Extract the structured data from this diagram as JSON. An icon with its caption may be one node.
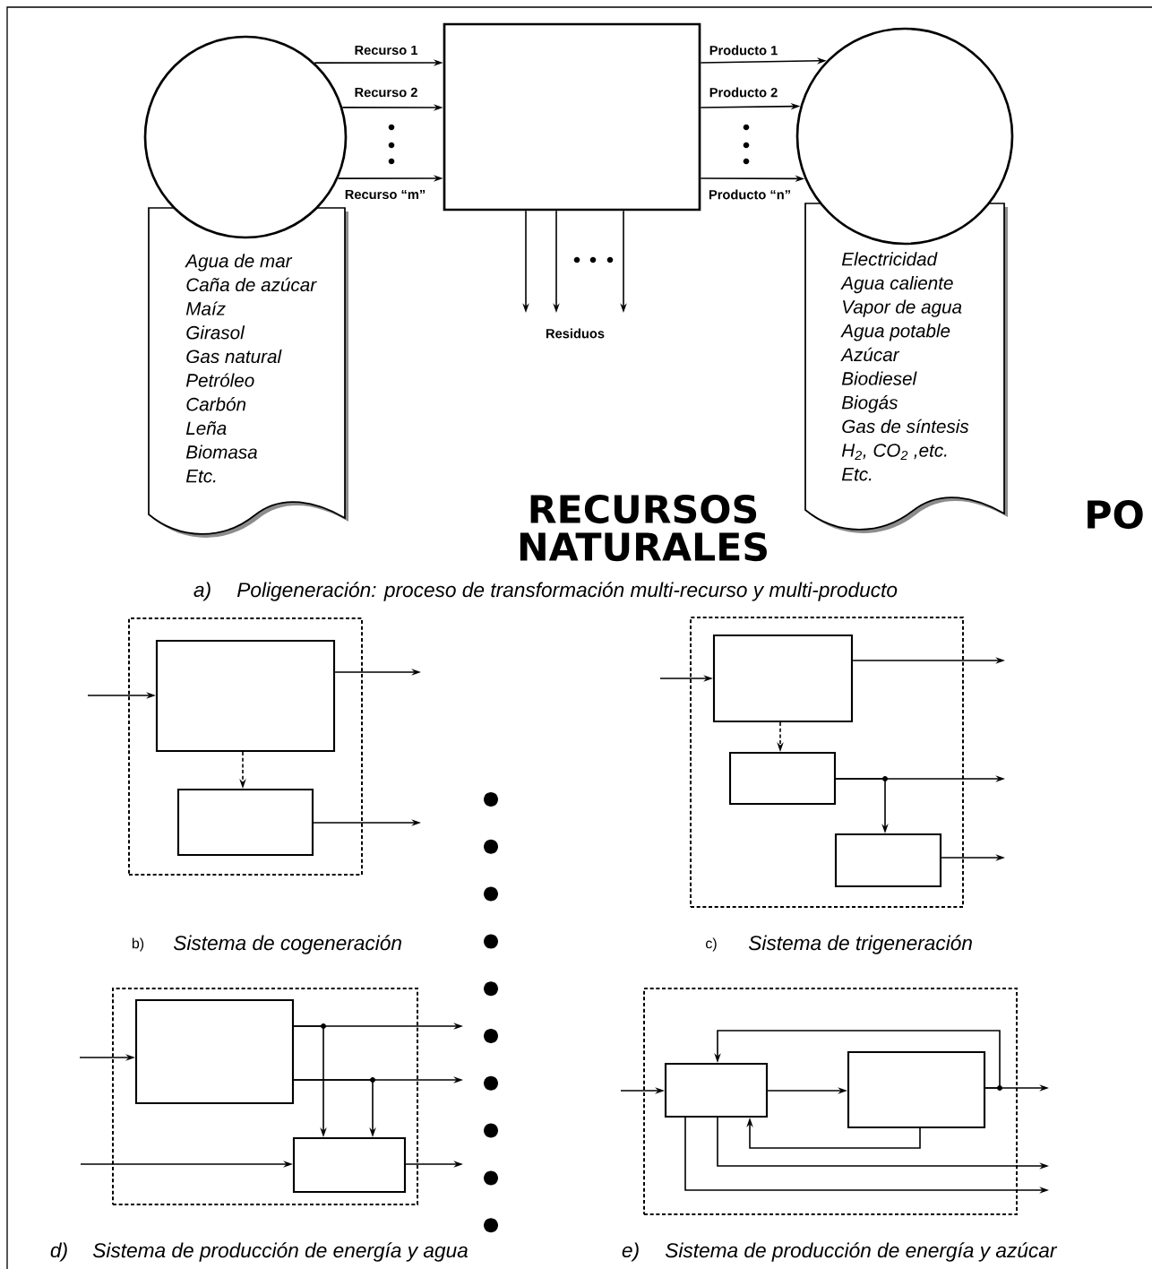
{
  "diagram": {
    "nodes": [
      {
        "text": [],
        "shape": "circle"
      },
      {
        "text": [
          "Agua de mar",
          "Caña de azúcar",
          "Maíz",
          "Girasol",
          "Gas natural",
          "Petróleo",
          "Carbón",
          "Leña",
          "Biomasa",
          "Etc."
        ]
      },
      {
        "text": [],
        "shape": "box"
      },
      {
        "text": [],
        "shape": "circle"
      },
      {
        "text": [
          "Electricidad",
          "Agua caliente",
          "Vapor de agua",
          "Agua potable",
          "Azúcar",
          "Biodiesel",
          "Biogás",
          "Gas de síntesis",
          "H$_{2}$, CO$_{2}$ ,etc.",
          "Etc."
        ]
      },
      {
        "text": [
          "Residuos"
        ]
      },
      {
        "text": [],
        "shape": "box"
      },
      {
        "text": [],
        "shape": "box",
        "in": 6
      },
      {
        "text": [],
        "shape": "box",
        "in": 6
      },
      {
        "text": [],
        "shape": "box"
      },
      {
        "text": [],
        "shape": "box",
        "in": 9
      },
      {
        "text": [],
        "shape": "box",
        "in": 9
      },
      {
        "text": [],
        "shape": "box",
        "in": 9
      },
      {
        "text": [],
        "shape": "box"
      },
      {
        "text": [],
        "shape": "box",
        "in": 13
      },
      {
        "text": [],
        "shape": "box",
        "in": 13
      },
      {
        "text": [],
        "shape": "box"
      },
      {
        "text": [],
        "shape": "box",
        "in": 16
      },
      {
        "text": [],
        "shape": "box",
        "in": 16
      }
    ],
    "edges": [
      {
        "from": 0,
        "to": 2,
        "arrow": "to",
        "label": "Recurso 1"
      },
      {
        "from": 0,
        "to": 2,
        "arrow": "to",
        "label": "Recurso 2"
      },
      {
        "from": 0,
        "to": 2,
        "arrow": "to",
        "label": "Recurso “m”"
      },
      {
        "from": 2,
        "to": 3,
        "arrow": "to",
        "label": "Producto 1"
      },
      {
        "from": 2,
        "to": 3,
        "arrow": "to",
        "label": "Producto 2"
      },
      {
        "from": 2,
        "to": 3,
        "arrow": "to",
        "label": "Producto “n”"
      },
      {
        "from": 2,
        "to": 5,
        "arrow": "to"
      },
      {
        "from": 2,
        "to": 5,
        "arrow": "to"
      },
      {
        "from": 2,
        "to": 5,
        "arrow": "to"
      },
      {
        "from": null,
        "to": 7,
        "arrow": "to"
      },
      {
        "from": 7,
        "to": null,
        "arrow": "to"
      },
      {
        "from": 7,
        "to": 8,
        "arrow": "to",
        "style": "dashed"
      },
      {
        "from": 8,
        "to": null,
        "arrow": "to"
      },
      {
        "from": null,
        "to": 10,
        "arrow": "to"
      },
      {
        "from": 10,
        "to": null,
        "arrow": "to"
      },
      {
        "from": 10,
        "to": 11,
        "arrow": "to",
        "style": "dashed"
      },
      {
        "from": 11,
        "to": null,
        "arrow": "to"
      },
      {
        "from": 11,
        "to": 12,
        "arrow": "to"
      },
      {
        "from": 12,
        "to": null,
        "arrow": "to"
      },
      {
        "from": null,
        "to": 14,
        "arrow": "to"
      },
      {
        "from": 14,
        "to": null,
        "arrow": "to"
      },
      {
        "from": 14,
        "to": 15,
        "arrow": "to"
      },
      {
        "from": 14,
        "to": null,
        "arrow": "to"
      },
      {
        "from": 14,
        "to": 15,
        "arrow": "to"
      },
      {
        "from": null,
        "to": 15,
        "arrow": "to"
      },
      {
        "from": 15,
        "to": null,
        "arrow": "to"
      },
      {
        "from": null,
        "to": 17,
        "arrow": "to"
      },
      {
        "from": 17,
        "to": 18,
        "arrow": "to"
      },
      {
        "from": 18,
        "to": null,
        "arrow": "to"
      },
      {
        "from": 18,
        "to": 17,
        "arrow": "to"
      },
      {
        "from": 18,
        "to": 17,
        "arrow": "to"
      },
      {
        "from": 17,
        "to": null,
        "arrow": "to"
      },
      {
        "from": 17,
        "to": null,
        "arrow": "to"
      }
    ],
    "labels": [
      "RECURSOS NATURALES",
      "PO",
      "a)",
      "Poligeneración: proceso de transformación multi-recurso y multi-producto",
      "b)",
      "Sistema de cogeneración",
      "c)",
      "Sistema de trigeneración",
      "d)",
      "Sistema de producción de energía y agua",
      "e)",
      "Sistema de producción de energía y azúcar"
    ]
  }
}
